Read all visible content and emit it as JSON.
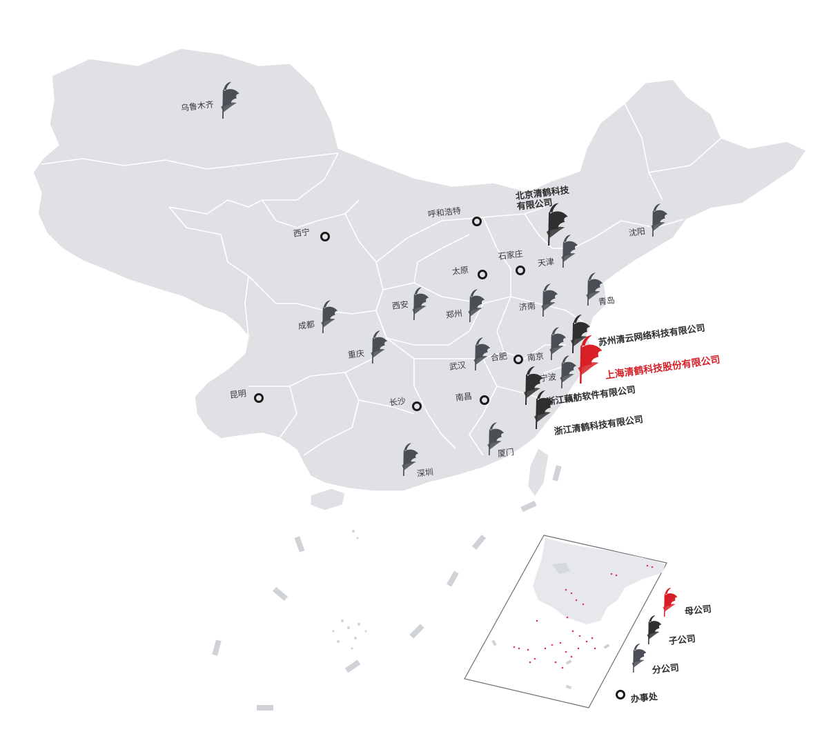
{
  "colors": {
    "land": "#dfe1e5",
    "border": "#ffffff",
    "hq": "#d81f26",
    "subsidiary": "#333333",
    "branch": "#4a4e55",
    "office": "#1a1a1a",
    "dash": "#cfd2d6"
  },
  "offices": [
    {
      "name": "呼和浩特"
    },
    {
      "name": "西宁"
    },
    {
      "name": "石家庄"
    },
    {
      "name": "太原"
    },
    {
      "name": "合肥"
    },
    {
      "name": "昆明"
    },
    {
      "name": "长沙"
    },
    {
      "name": "南昌"
    }
  ],
  "branches": [
    {
      "name": "乌鲁木齐"
    },
    {
      "name": "沈阳"
    },
    {
      "name": "天津"
    },
    {
      "name": "青岛"
    },
    {
      "name": "济南"
    },
    {
      "name": "西安"
    },
    {
      "name": "郑州"
    },
    {
      "name": "成都"
    },
    {
      "name": "重庆"
    },
    {
      "name": "武汉"
    },
    {
      "name": "南京"
    },
    {
      "name": "宁波"
    },
    {
      "name": "厦门"
    },
    {
      "name": "深圳"
    }
  ],
  "subsidiaries": [
    {
      "name": "北京清鹤科技",
      "name2": "有限公司"
    },
    {
      "name": "苏州清云网络科技有限公司"
    },
    {
      "name": "浙江藕舫软件有限公司"
    },
    {
      "name": "浙江清鹤科技有限公司"
    }
  ],
  "headquarters": {
    "name": "上海清鹤科技股份有限公司"
  },
  "legend": {
    "parent": "母公司",
    "subsidiary": "子公司",
    "branch": "分公司",
    "office": "办事处"
  }
}
